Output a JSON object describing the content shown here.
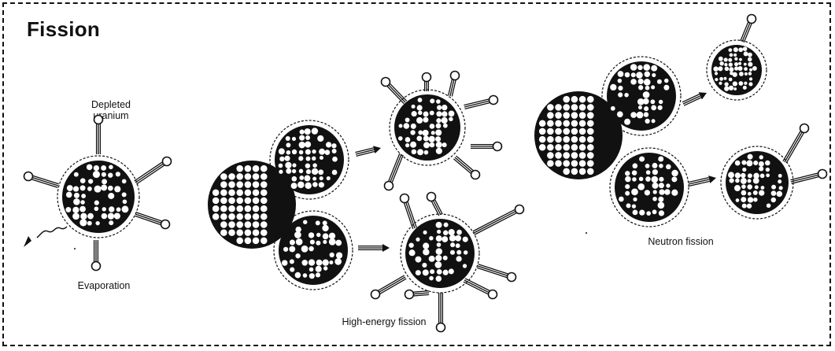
{
  "title": "Fission",
  "labels": {
    "depleted_line1": "Depleted",
    "depleted_line2": "uranium",
    "evaporation": "Evaporation",
    "high_energy_fission": "High-energy fission",
    "neutron_fission": "Neutron fission"
  },
  "colors": {
    "ink": "#111111",
    "background": "#ffffff",
    "nucleon_light": "#ffffff"
  }
}
